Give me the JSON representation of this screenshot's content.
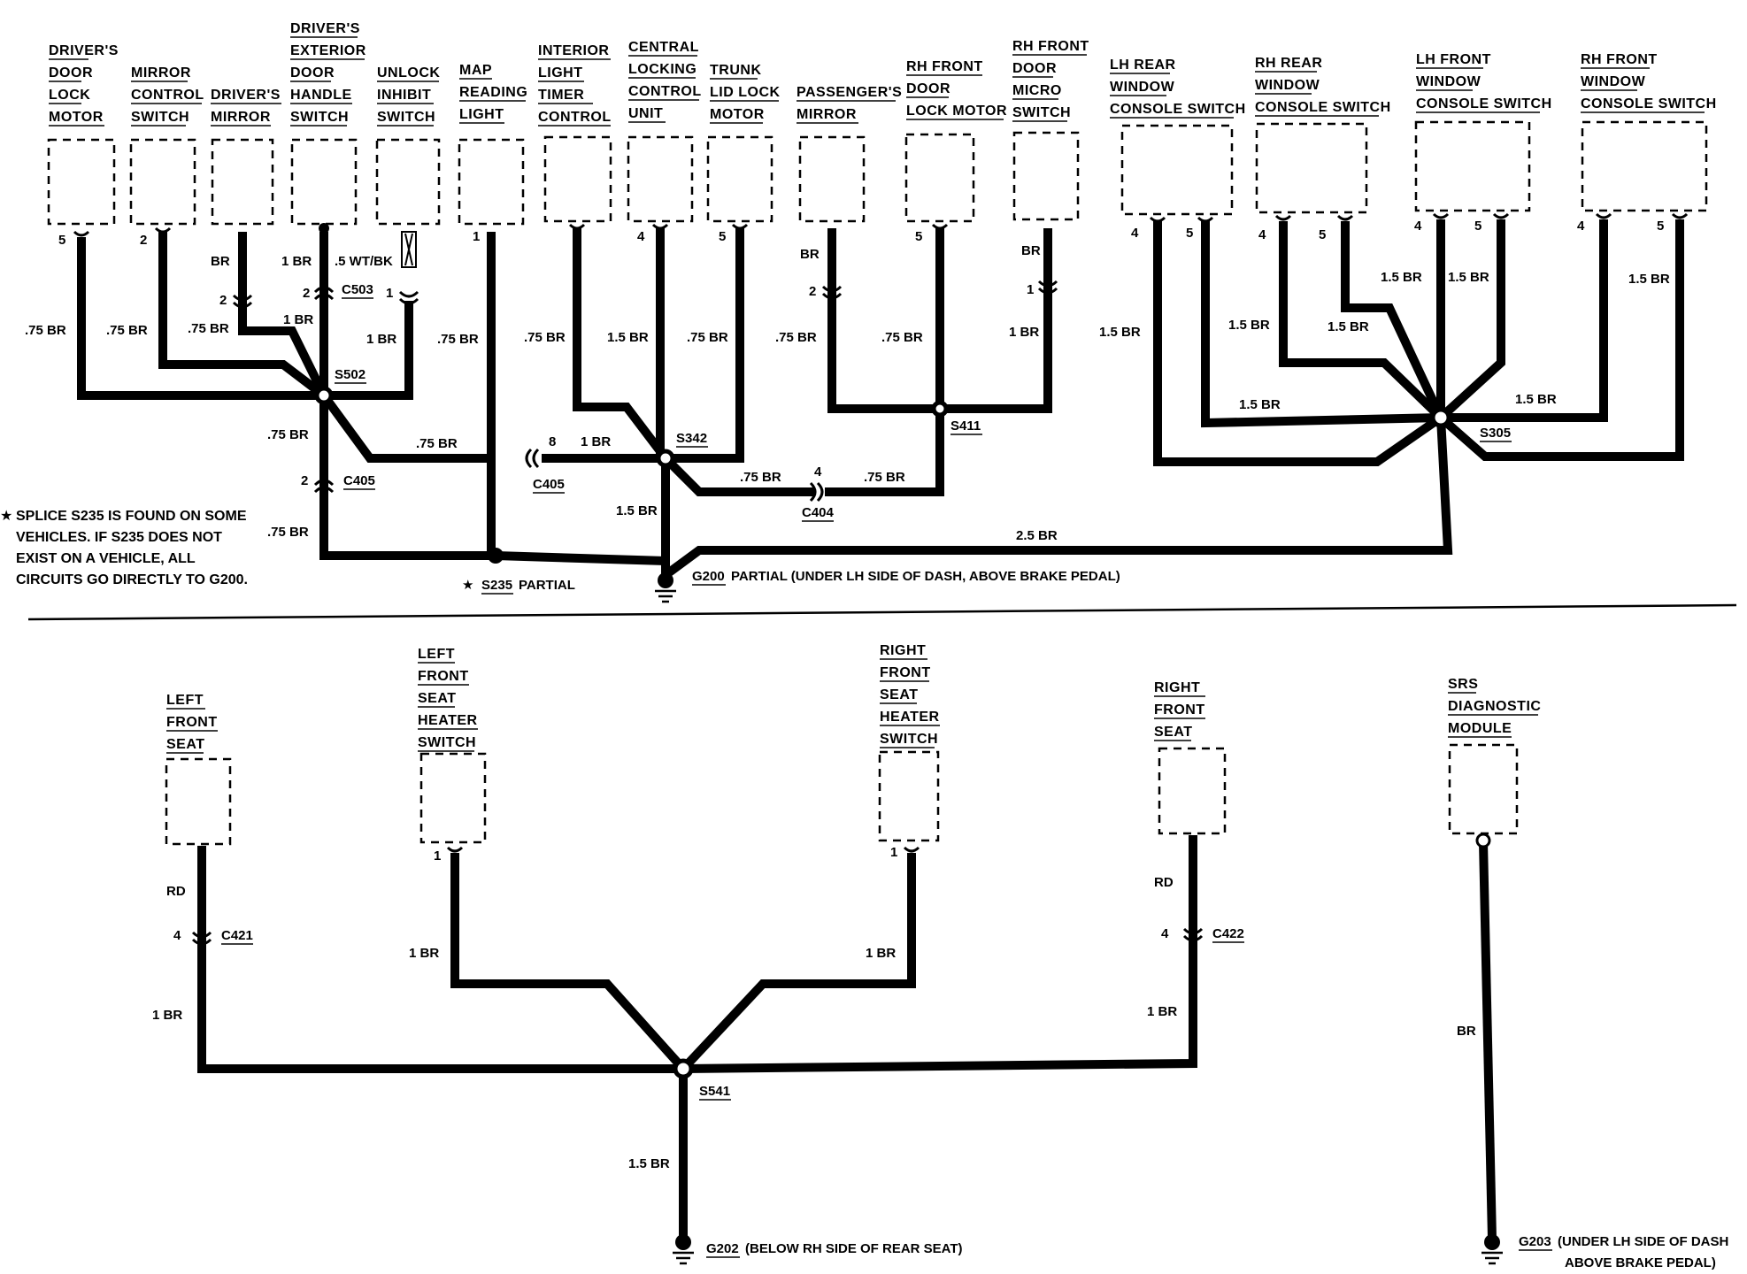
{
  "components_top": [
    {
      "id": "drivers-door-lock-motor",
      "lines": [
        "DRIVER'S",
        "DOOR",
        "LOCK",
        "MOTOR"
      ],
      "pin": "5"
    },
    {
      "id": "mirror-control-switch",
      "lines": [
        "MIRROR",
        "CONTROL",
        "SWITCH"
      ],
      "pin": "2"
    },
    {
      "id": "drivers-mirror",
      "lines": [
        "DRIVER'S",
        "MIRROR"
      ],
      "pin": ""
    },
    {
      "id": "drivers-exterior-door-handle-switch",
      "lines": [
        "DRIVER'S",
        "EXTERIOR",
        "DOOR",
        "HANDLE",
        "SWITCH"
      ],
      "pin": ""
    },
    {
      "id": "unlock-inhibit-switch",
      "lines": [
        "UNLOCK",
        "INHIBIT",
        "SWITCH"
      ],
      "pin": ""
    },
    {
      "id": "map-reading-light",
      "lines": [
        "MAP",
        "READING",
        "LIGHT"
      ],
      "pin": "1"
    },
    {
      "id": "interior-light-timer-control",
      "lines": [
        "INTERIOR",
        "LIGHT",
        "TIMER",
        "CONTROL"
      ],
      "pin": ""
    },
    {
      "id": "central-locking-control-unit",
      "lines": [
        "CENTRAL",
        "LOCKING",
        "CONTROL",
        "UNIT"
      ],
      "pin": "4"
    },
    {
      "id": "trunk-lid-lock-motor",
      "lines": [
        "TRUNK",
        "LID LOCK",
        "MOTOR"
      ],
      "pin": "5"
    },
    {
      "id": "passengers-mirror",
      "lines": [
        "PASSENGER'S",
        "MIRROR"
      ],
      "pin": ""
    },
    {
      "id": "rh-front-door-lock-motor",
      "lines": [
        "RH FRONT",
        "DOOR",
        "LOCK MOTOR"
      ],
      "pin": "5"
    },
    {
      "id": "rh-front-door-micro-switch",
      "lines": [
        "RH FRONT",
        "DOOR",
        "MICRO",
        "SWITCH"
      ],
      "pin": ""
    },
    {
      "id": "lh-rear-window-console-switch",
      "lines": [
        "LH REAR",
        "WINDOW",
        "CONSOLE SWITCH"
      ],
      "pins": [
        "4",
        "5"
      ]
    },
    {
      "id": "rh-rear-window-console-switch",
      "lines": [
        "RH REAR",
        "WINDOW",
        "CONSOLE SWITCH"
      ],
      "pins": [
        "4",
        "5"
      ]
    },
    {
      "id": "lh-front-window-console-switch",
      "lines": [
        "LH FRONT",
        "WINDOW",
        "CONSOLE SWITCH"
      ],
      "pins": [
        "4",
        "5"
      ]
    },
    {
      "id": "rh-front-window-console-switch",
      "lines": [
        "RH FRONT",
        "WINDOW",
        "CONSOLE SWITCH"
      ],
      "pins": [
        "4",
        "5"
      ]
    }
  ],
  "components_bottom": [
    {
      "id": "left-front-seat",
      "lines": [
        "LEFT",
        "FRONT",
        "SEAT"
      ]
    },
    {
      "id": "left-front-seat-heater-switch",
      "lines": [
        "LEFT",
        "FRONT",
        "SEAT",
        "HEATER",
        "SWITCH"
      ],
      "pin": "1"
    },
    {
      "id": "right-front-seat-heater-switch",
      "lines": [
        "RIGHT",
        "FRONT",
        "SEAT",
        "HEATER",
        "SWITCH"
      ],
      "pin": "1"
    },
    {
      "id": "right-front-seat",
      "lines": [
        "RIGHT",
        "FRONT",
        "SEAT"
      ]
    },
    {
      "id": "srs-diagnostic-module",
      "lines": [
        "SRS",
        "DIAGNOSTIC",
        "MODULE"
      ]
    }
  ],
  "wire_labels": [
    ".75 BR",
    ".75 BR",
    ".75 BR",
    "BR",
    "2",
    "1 BR",
    "1 BR",
    "2",
    ".5 WT/BK",
    "1",
    "1 BR",
    ".75 BR",
    ".75 BR",
    "1.5 BR",
    ".75 BR",
    "BR",
    "2",
    ".75 BR",
    ".75 BR",
    "BR",
    "1",
    "1 BR",
    "1.5 BR",
    "1.5 BR",
    "1.5 BR",
    "1.5 BR",
    "1.5 BR",
    "1.5 BR",
    "1.5 BR",
    "1.5 BR",
    ".75 BR",
    "2",
    ".75 BR",
    ".75 BR",
    "8",
    "1 BR",
    ".75 BR",
    "4",
    ".75 BR",
    "1.5 BR",
    "2.5 BR",
    "RD",
    "4",
    "1 BR",
    "1",
    "1 BR",
    "1",
    "1 BR",
    "RD",
    "4",
    "1 BR",
    "1.5 BR",
    "BR"
  ],
  "splices": {
    "s502": "S502",
    "s342": "S342",
    "s411": "S411",
    "s305": "S305",
    "s235": "S235",
    "s235_suffix": "PARTIAL",
    "s541": "S541"
  },
  "connectors": {
    "c503": "C503",
    "c405a": "C405",
    "c405b": "C405",
    "c404": "C404",
    "c421": "C421",
    "c422": "C422"
  },
  "grounds": {
    "g200": "G200",
    "g200_text": "PARTIAL (UNDER LH SIDE OF DASH, ABOVE BRAKE PEDAL)",
    "g202": "G202",
    "g202_text": "(BELOW RH SIDE OF REAR SEAT)",
    "g203": "G203",
    "g203_text_1": "(UNDER LH SIDE OF DASH",
    "g203_text_2": "ABOVE BRAKE PEDAL)"
  },
  "note": {
    "star": "★",
    "lines": [
      "SPLICE S235 IS FOUND ON SOME",
      "VEHICLES. IF S235 DOES NOT",
      "EXIST ON A VEHICLE, ALL",
      "CIRCUITS GO DIRECTLY TO G200."
    ],
    "s235_star": "★"
  }
}
